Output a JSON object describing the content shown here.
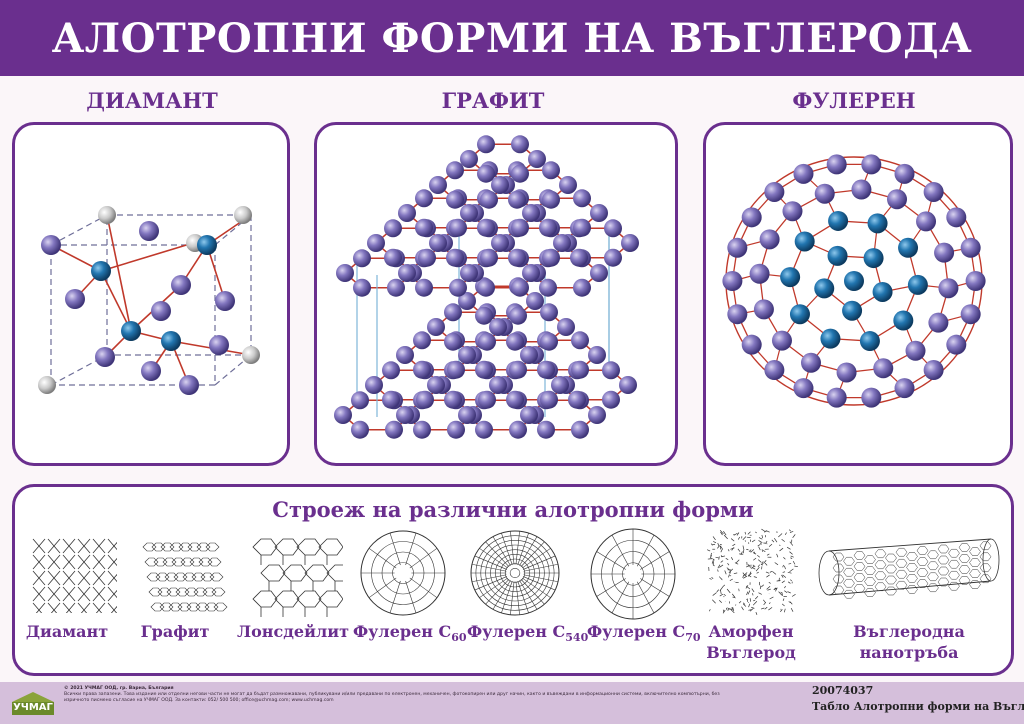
{
  "header": {
    "title": "АЛОТРОПНИ ФОРМИ НА ВЪГЛЕРОДА"
  },
  "sections": {
    "diamond": "ДИАМАНТ",
    "graphite": "ГРАФИТ",
    "fullerene": "ФУЛЕРЕН"
  },
  "structures": {
    "title": "Строеж на различни алотропни форми",
    "items": [
      {
        "label": "Диамант"
      },
      {
        "label": "Графит"
      },
      {
        "label": "Лонсдейлит"
      },
      {
        "label": "Фулерен С",
        "sub": "60"
      },
      {
        "label": "Фулерен С",
        "sub": "540"
      },
      {
        "label": "Фулерен С",
        "sub": "70"
      },
      {
        "line1": "Аморфен",
        "line2": "Въглерод"
      },
      {
        "line1": "Въглеродна",
        "line2": "нанотръба"
      }
    ]
  },
  "footer": {
    "logo": "УЧМАГ",
    "copyright": "© 2021 УЧМАГ ООД, гр. Варна, България",
    "rights": "Всички права запазени. Това издание или отделни негови части не могат да бъдат размножавани, публикувани и/или предавани по електронен, механичен, фотокопирен или друг начин, както и въвеждани в информационни системи, включително компютърни, без изричното писмено съгласие на УЧМАГ ООД. За контакти: 052/ 500 500; office@uchmag.com; www.uchmag.com",
    "code": "20074037",
    "product_title": "Табло Алотропни форми на Въглерода"
  },
  "colors": {
    "brand_purple": "#6a2f8e",
    "atom_purple": "#7b6fb8",
    "atom_blue": "#1f6fa6",
    "atom_gray": "#c8c8c8",
    "bond_red": "#c0392b",
    "vertical_blue": "#7fb6d8"
  }
}
